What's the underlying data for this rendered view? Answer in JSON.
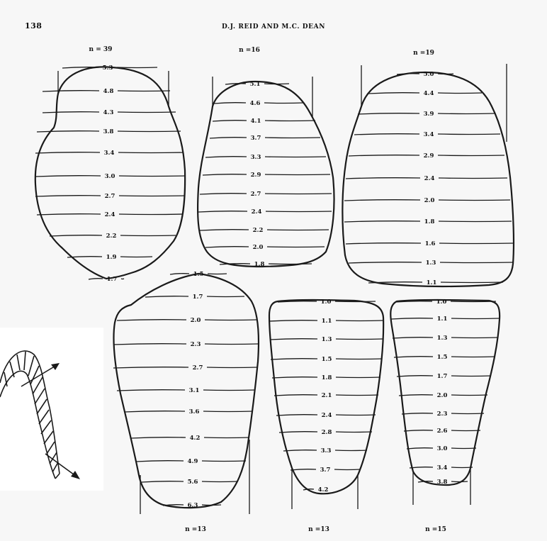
{
  "header": {
    "page_number": "138",
    "running_head": "D.J. REID AND M.C. DEAN"
  },
  "teeth": [
    {
      "n_label": "n = 39",
      "values": [
        "5.3",
        "4.8",
        "4.3",
        "3.8",
        "3.4",
        "3.0",
        "2.7",
        "2.4",
        "2.2",
        "1.9",
        "1.7"
      ]
    },
    {
      "n_label": "n =16",
      "values": [
        "5.1",
        "4.6",
        "4.1",
        "3.7",
        "3.3",
        "2.9",
        "2.7",
        "2.4",
        "2.2",
        "2.0",
        "1.8"
      ]
    },
    {
      "n_label": "n =19",
      "values": [
        "5.0",
        "4.4",
        "3.9",
        "3.4",
        "2.9",
        "2.4",
        "2.0",
        "1.8",
        "1.6",
        "1.3",
        "1.1"
      ]
    },
    {
      "n_label": "n =13",
      "values": [
        "1.5",
        "1.7",
        "2.0",
        "2.3",
        "2.7",
        "3.1",
        "3.6",
        "4.2",
        "4.9",
        "5.6",
        "6.3"
      ]
    },
    {
      "n_label": "n =13",
      "values": [
        "1.0",
        "1.1",
        "1.3",
        "1.5",
        "1.8",
        "2.1",
        "2.4",
        "2.8",
        "3.3",
        "3.7",
        "4.2"
      ]
    },
    {
      "n_label": "n =15",
      "values": [
        "1.0",
        "1.1",
        "1.3",
        "1.5",
        "1.7",
        "2.0",
        "2.3",
        "2.6",
        "3.0",
        "3.4",
        "3.8"
      ]
    }
  ]
}
